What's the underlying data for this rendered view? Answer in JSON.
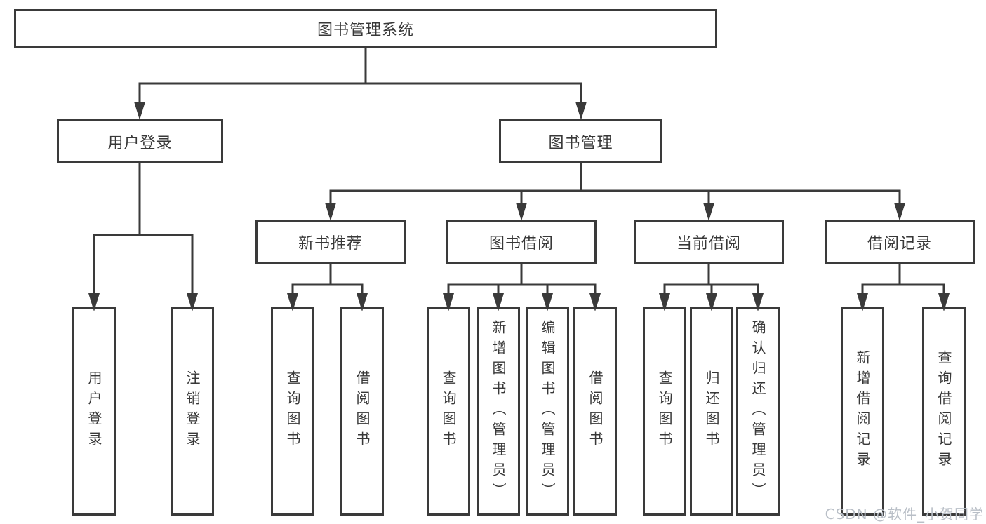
{
  "diagram": {
    "type": "hierarchy-tree",
    "root": {
      "label": "图书管理系统"
    },
    "branches": [
      {
        "label": "用户登录",
        "children": [
          {
            "label": "用户登录"
          },
          {
            "label": "注销登录"
          }
        ]
      },
      {
        "label": "图书管理",
        "children": [
          {
            "label": "新书推荐",
            "children": [
              {
                "label": "查询图书"
              },
              {
                "label": "借阅图书"
              }
            ]
          },
          {
            "label": "图书借阅",
            "children": [
              {
                "label": "查询图书"
              },
              {
                "label": "新增图书（管理员）"
              },
              {
                "label": "编辑图书（管理员）"
              },
              {
                "label": "借阅图书"
              }
            ]
          },
          {
            "label": "当前借阅",
            "children": [
              {
                "label": "查询图书"
              },
              {
                "label": "归还图书"
              },
              {
                "label": "确认归还（管理员）"
              }
            ]
          },
          {
            "label": "借阅记录",
            "children": [
              {
                "label": "新增借阅记录"
              },
              {
                "label": "查询借阅记录"
              }
            ]
          }
        ]
      }
    ]
  },
  "colors": {
    "line": "#3a3a3a",
    "box_border": "#3a3a3a",
    "text": "#383838",
    "background": "#ffffff",
    "watermark": "#b9bfc7"
  },
  "watermark": {
    "text": "CSDN @软件_小贺同学"
  }
}
